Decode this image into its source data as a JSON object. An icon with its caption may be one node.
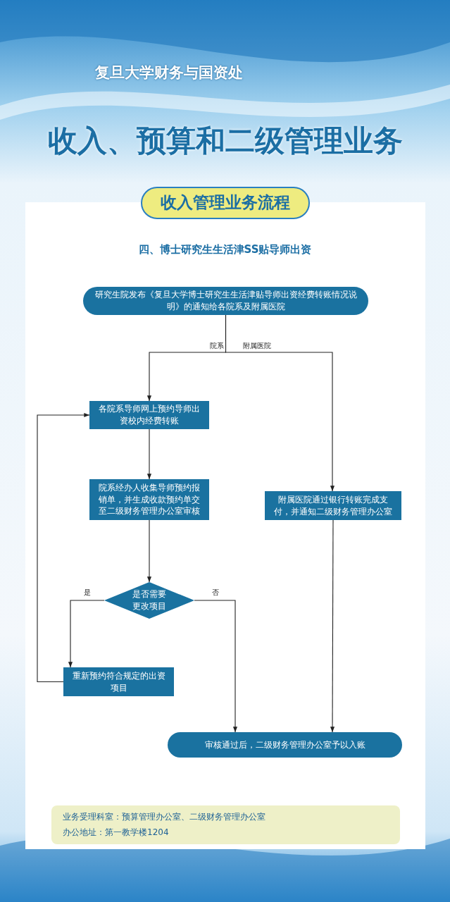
{
  "diagram": {
    "title": "收入、预算和二级管理业务",
    "nodes": [
      {
        "text": [
          "收入管理业务流程"
        ]
      },
      {
        "text": [
          "研究生院发布《复旦大学博士研究生生活津贴导师出资经费转账情况说明》的通知给各院系及附属医院"
        ]
      },
      {
        "text": [
          "各院系导师网上预约导师出资校内经费转账"
        ]
      },
      {
        "text": [
          "院系经办人收集导师预约报销单，并生成收款预约单交至二级财务管理办公室审核"
        ]
      },
      {
        "text": [
          "附属医院通过银行转账完成支付，并通知二级财务管理办公室"
        ]
      },
      {
        "text": [
          "是否需要更改项目"
        ]
      },
      {
        "text": [
          "重新预约符合规定的出资项目"
        ]
      },
      {
        "text": [
          "审核通过后，二级财务管理办公室予以入账"
        ]
      },
      {
        "text": [
          "业务受理科室：预算管理办公室、二级财务管理办公室",
          "办公地址：第一教学楼1204"
        ]
      }
    ],
    "edges": [
      {
        "from": 1,
        "to": 2,
        "arrow": "to",
        "label": "院系"
      },
      {
        "from": 1,
        "to": 4,
        "arrow": "to",
        "label": "附属医院"
      },
      {
        "from": 2,
        "to": 3,
        "arrow": "to"
      },
      {
        "from": 3,
        "to": 5,
        "arrow": "to"
      },
      {
        "from": 5,
        "to": 6,
        "arrow": "to",
        "label": "是"
      },
      {
        "from": 5,
        "to": 7,
        "arrow": "to",
        "label": "否"
      },
      {
        "from": 6,
        "to": 2,
        "arrow": "to"
      },
      {
        "from": 4,
        "to": 7,
        "arrow": "to"
      }
    ],
    "labels": [
      "复旦大学财务与国资处",
      "四、博士研究生生活津SS贴导师出资"
    ]
  }
}
